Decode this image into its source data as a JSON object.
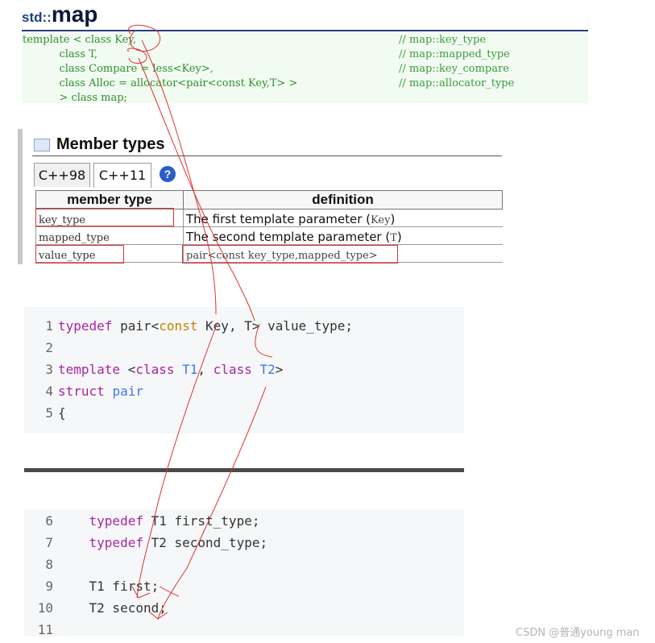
{
  "header": {
    "namespace": "std::",
    "name": "map"
  },
  "declaration": {
    "lines": [
      "template < class Key,",
      "           class T,",
      "           class Compare = less<Key>,",
      "           class Alloc = allocator<pair<const Key,T> >",
      "           > class map;"
    ],
    "comments": [
      "// map::key_type",
      "// map::mapped_type",
      "// map::key_compare",
      "// map::allocator_type"
    ]
  },
  "member_types": {
    "title": "Member types",
    "tabs": [
      {
        "label": "C++98"
      },
      {
        "label": "C++11"
      }
    ],
    "help_label": "?",
    "columns": [
      "member type",
      "definition"
    ],
    "rows": [
      {
        "type": "key_type",
        "def_text": "The first template parameter (",
        "def_code": "Key",
        "def_end": ")"
      },
      {
        "type": "mapped_type",
        "def_text": "The second template parameter (",
        "def_code": "T",
        "def_end": ")"
      },
      {
        "type": "value_type",
        "def_code": "pair<const key_type,mapped_type>"
      }
    ]
  },
  "code_block_1": {
    "lines": [
      {
        "n": "1"
      },
      {
        "n": "2"
      },
      {
        "n": "3"
      },
      {
        "n": "4"
      },
      {
        "n": "5"
      }
    ]
  },
  "code_block_2": {
    "lines": [
      {
        "n": "6"
      },
      {
        "n": "7"
      },
      {
        "n": "8"
      },
      {
        "n": "9"
      },
      {
        "n": "10"
      },
      {
        "n": "11"
      }
    ]
  },
  "watermark": "CSDN @普通young man",
  "colors": {
    "annotation": "#dd3333",
    "keyword": "#a626a4",
    "type": "#c18401",
    "template_param": "#4078f2"
  }
}
